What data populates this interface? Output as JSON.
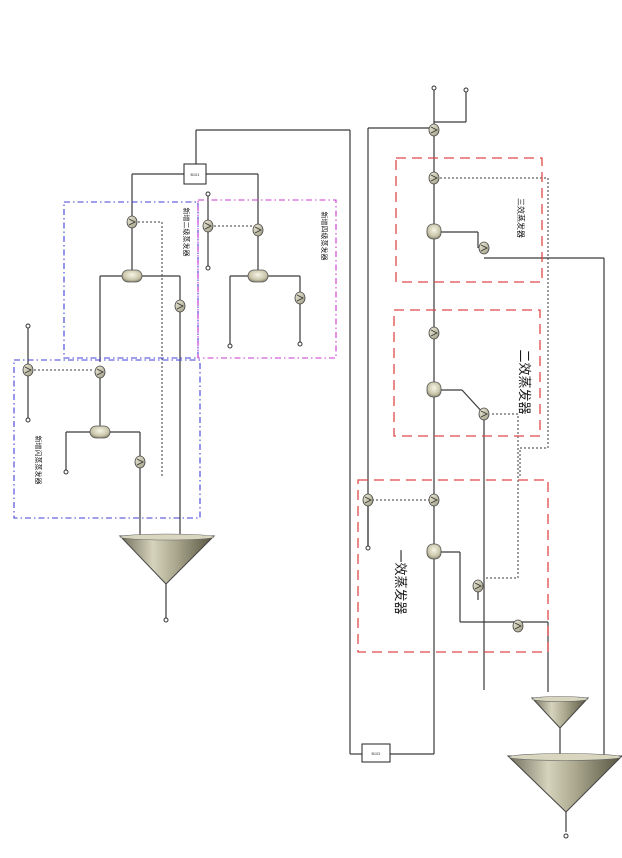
{
  "colors": {
    "effect_box": "#e04848",
    "preheater_box_a": "#3f3fd8",
    "preheater_box_c": "#c83ad0",
    "stream": "#3a3a3a"
  },
  "icons": {
    "exchanger": "heat-exchanger-icon",
    "separator": "flash-separator-icon",
    "mixer": "mixer-funnel-icon",
    "block": "calculator-block-icon"
  },
  "labels": {
    "effect_3": "三效蒸发器",
    "effect_2": "二效蒸发器",
    "effect_1": "一效蒸发器",
    "preheater_a": "新增闪蒸蒸发器",
    "preheater_b": "新增二级蒸发器",
    "preheater_c": "新增四级蒸发器"
  },
  "blocks": {
    "top": "B101",
    "bottom": "B102"
  }
}
